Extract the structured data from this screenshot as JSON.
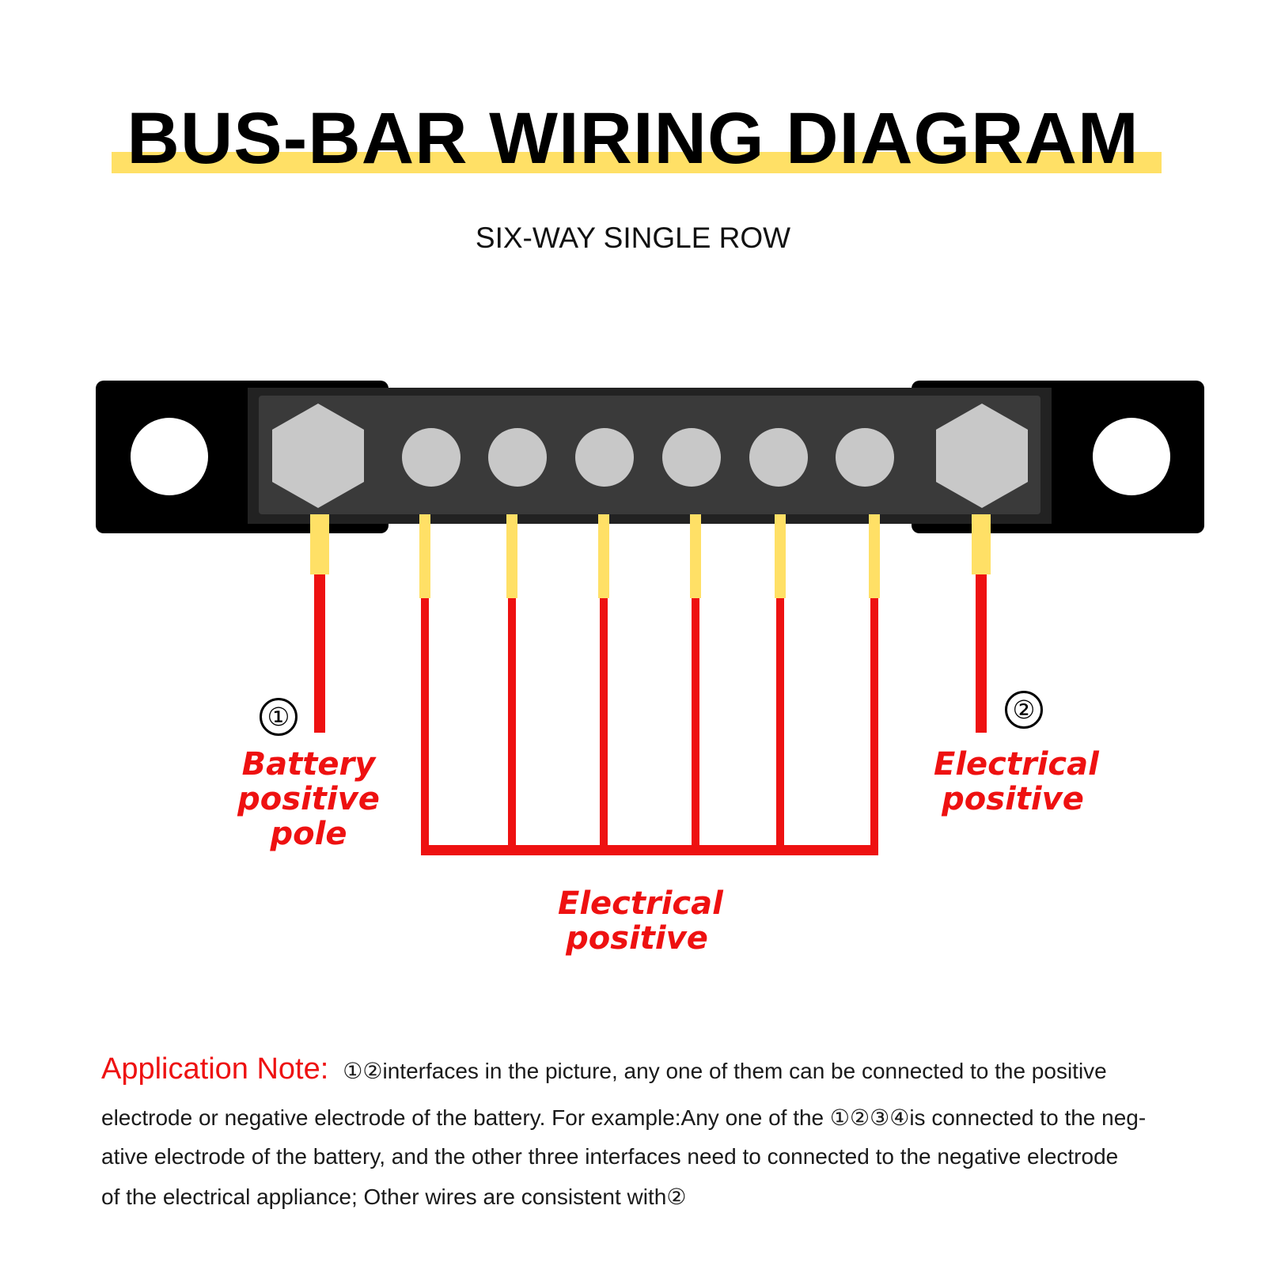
{
  "title": "BUS-BAR WIRING DIAGRAM",
  "subtitle": "SIX-WAY SINGLE ROW",
  "colors": {
    "highlight": "#FFE066",
    "wire_red": "#EE1111",
    "sleeve_yellow": "#FFE066",
    "mount_black": "#000000",
    "strip_dark": "#3A3A3A",
    "terminal_grey": "#C8C8C8",
    "label_red": "#EE1111"
  },
  "diagram": {
    "small_terminals": 6,
    "large_terminals": 2,
    "mount_holes": 2,
    "terminal_1_marker": "①",
    "terminal_2_marker": "②",
    "terminal_1_label": "Battery positive pole",
    "terminal_2_label": "Electrical positive",
    "bundle_label": "Electrical positive"
  },
  "note": {
    "heading": "Application Note:",
    "line1": "①②interfaces in the picture, any one of them can be connected to the positive",
    "line2": "electrode or negative electrode of the battery. For example:Any one of the ①②③④is connected to the neg-",
    "line3": "ative electrode of the battery, and the other three interfaces need to connected to the negative electrode",
    "line4": " of the electrical appliance; Other wires are consistent with②"
  }
}
